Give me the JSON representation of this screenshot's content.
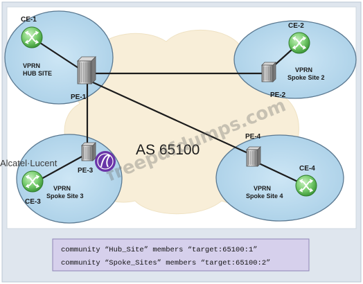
{
  "diagram": {
    "as_label": "AS 65100",
    "routers": {
      "ce1": "CE-1",
      "ce2": "CE-2",
      "ce3": "CE-3",
      "ce4": "CE-4",
      "pe1": "PE-1",
      "pe2": "PE-2",
      "pe3": "PE-3",
      "pe4": "PE-4"
    },
    "sites": {
      "hub": [
        "VPRN",
        "HUB SITE"
      ],
      "spoke2": [
        "VPRN",
        "Spoke Site 2"
      ],
      "spoke3": [
        "VPRN",
        "Spoke Site 3"
      ],
      "spoke4": [
        "VPRN",
        "Spoke Site 4"
      ]
    },
    "config_lines": [
      "community “Hub_Site” members “target:65100:1”",
      "community “Spoke_Sites” members “target:65100:2”"
    ],
    "brand": "Alcatel·Lucent",
    "watermark": "freepdfdumps.com"
  },
  "colors": {
    "frame_bg": "#dfe6ee",
    "site_fill": "#b6d7ec",
    "cloud_fill": "#f8eed8",
    "ce_green": "#7ccf72",
    "config_bg": "#d6d0ec",
    "link": "#1c1c1c",
    "brand_purple": "#6a35a8"
  },
  "icons": {
    "ce_router": "router-x-icon",
    "pe_router": "pe-router-icon",
    "brand_logo": "alcatel-lucent-logo-icon"
  }
}
